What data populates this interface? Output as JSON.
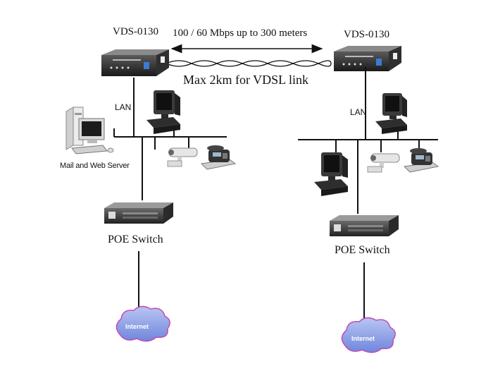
{
  "devices": {
    "left_label": "VDS-0130",
    "right_label": "VDS-0130"
  },
  "link": {
    "speed_label": "100 / 60 Mbps up to 300 meters",
    "distance_label": "Max 2km for VDSL link"
  },
  "lan": {
    "left_label": "LAN",
    "right_label": "LAN"
  },
  "server": {
    "label": "Mail and Web Server"
  },
  "switches": {
    "left_label": "POE Switch",
    "right_label": "POE Switch"
  },
  "internet": {
    "left_label": "Internet",
    "right_label": "Internet"
  },
  "colors": {
    "line": "#111111",
    "cloud_fill": "#8fa3e8",
    "cloud_stroke": "#c04cb8",
    "device_body": "#2b2b2b"
  }
}
